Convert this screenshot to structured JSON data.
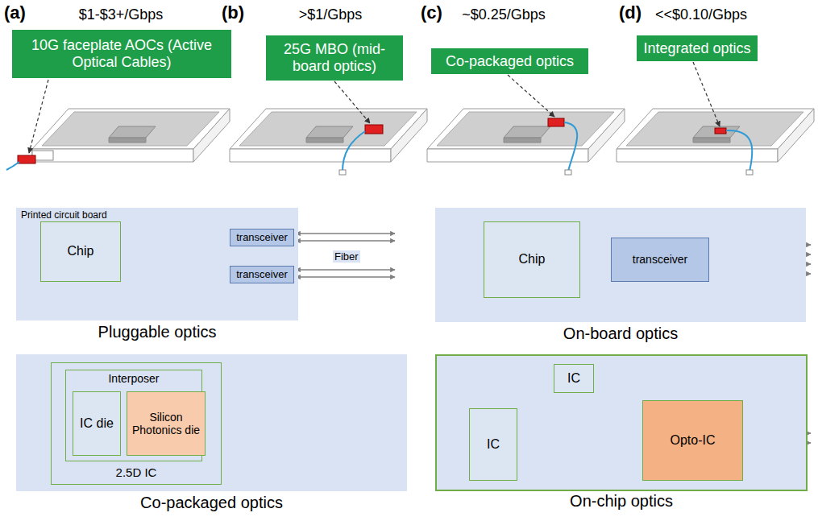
{
  "diagram": {
    "nodes": [
      {
        "text": [
          "10G faceplate AOCs (Active Optical Cables)"
        ]
      },
      {
        "text": [
          "25G MBO (mid-board optics)"
        ]
      },
      {
        "text": [
          "Co-packaged optics"
        ]
      },
      {
        "text": [
          "Integrated optics"
        ]
      },
      {
        "text": [
          "Printed circuit board",
          "Pluggable optics"
        ]
      },
      {
        "text": [
          "Chip"
        ],
        "in": 4
      },
      {
        "text": [
          "transceiver"
        ],
        "in": 4
      },
      {
        "text": [
          "transceiver"
        ],
        "in": 4
      },
      {
        "text": [
          "On-board optics"
        ]
      },
      {
        "text": [
          "Chip"
        ],
        "in": 8
      },
      {
        "text": [
          "transceiver"
        ],
        "in": 8
      },
      {
        "text": [
          "Co-packaged optics"
        ]
      },
      {
        "text": [
          "2.5D IC"
        ],
        "in": 11
      },
      {
        "text": [
          "Interposer"
        ],
        "in": 12
      },
      {
        "text": [
          "IC die"
        ],
        "in": 13
      },
      {
        "text": [
          "Silicon Photonics die"
        ],
        "in": 13
      },
      {
        "text": [
          "On-chip optics"
        ]
      },
      {
        "text": [
          "IC"
        ],
        "in": 16
      },
      {
        "text": [
          "IC"
        ],
        "in": 16
      },
      {
        "text": [
          "Opto-IC"
        ],
        "in": 16
      }
    ],
    "edges": [
      {
        "from": 5,
        "to": 6,
        "arrow": "none"
      },
      {
        "from": 5,
        "to": 7,
        "arrow": "none"
      },
      {
        "from": 9,
        "to": 10,
        "arrow": "none"
      }
    ],
    "labels": [
      "(a)",
      "$1-$3+/Gbps",
      "(b)",
      ">$1/Gbps",
      "(c)",
      "~$0.25/Gbps",
      "(d)",
      "<<$0.10/Gbps",
      "Fiber"
    ]
  }
}
